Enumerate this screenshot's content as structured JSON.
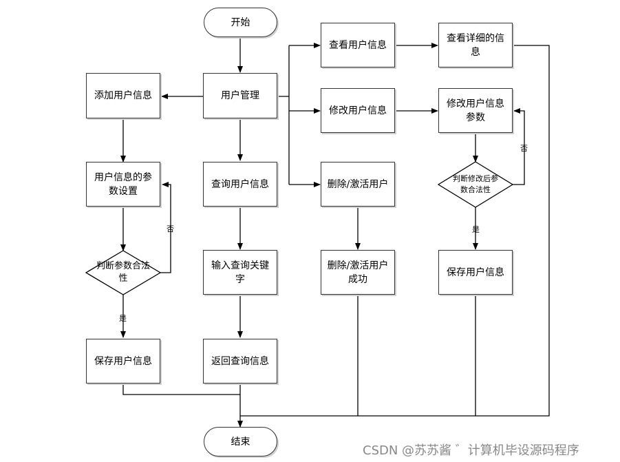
{
  "nodes": {
    "start": "开始",
    "end": "结束",
    "user_mgmt": "用户管理",
    "add_user": "添加用户信息",
    "param_setting": "用户信息的参数设置",
    "check_params": "判断参数合法性",
    "save_user_left": "保存用户信息",
    "query_user": "查询用户信息",
    "input_keyword": "输入查询关键字",
    "return_query": "返回查询信息",
    "view_user": "查看用户信息",
    "view_detail": "查看详细的信息",
    "modify_user": "修改用户信息",
    "modify_params": "修改用户信息参数",
    "check_modified": "判断修改后参数合法性",
    "save_user_right": "保存用户信息",
    "delete_activate": "删除/激活用户",
    "delete_success": "删除/激活用户成功"
  },
  "edge_labels": {
    "no": "否",
    "yes": "是"
  },
  "watermark": "CSDN @苏苏酱 ゛计算机毕设源码程序"
}
